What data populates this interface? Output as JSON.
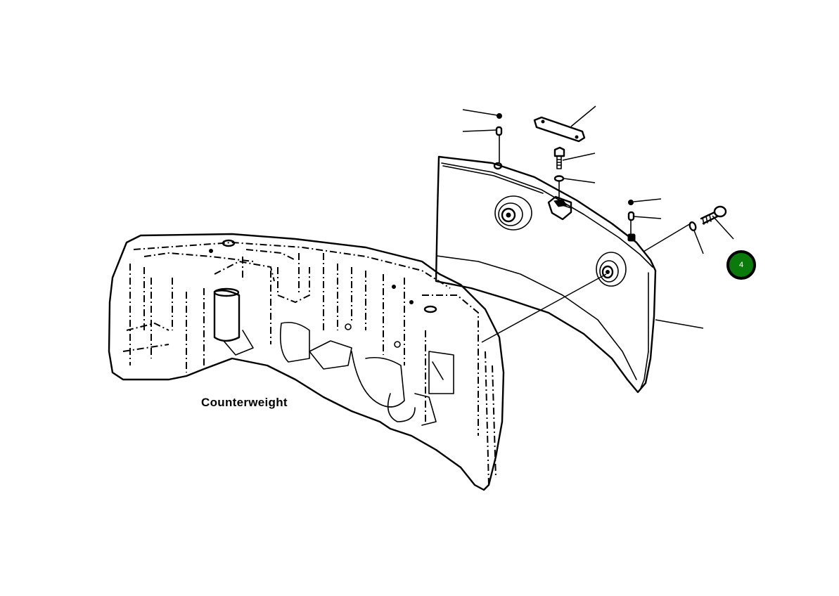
{
  "diagram": {
    "type": "exploded-parts-view",
    "main_label": "Counterweight",
    "callouts": [
      {
        "number": "4",
        "color": "#0a7a0a",
        "border": "#000000"
      }
    ],
    "parts": [
      {
        "name": "counterweight-body"
      },
      {
        "name": "counterweight-cover-panel"
      },
      {
        "name": "top-plate"
      },
      {
        "name": "bolt-top"
      },
      {
        "name": "washer-top"
      },
      {
        "name": "bracket"
      },
      {
        "name": "small-screw-left"
      },
      {
        "name": "spacer-left"
      },
      {
        "name": "small-screw-right"
      },
      {
        "name": "spacer-right"
      },
      {
        "name": "side-washer"
      },
      {
        "name": "side-bolt"
      },
      {
        "name": "rubber-mount-upper"
      },
      {
        "name": "rubber-mount-lower"
      }
    ]
  }
}
